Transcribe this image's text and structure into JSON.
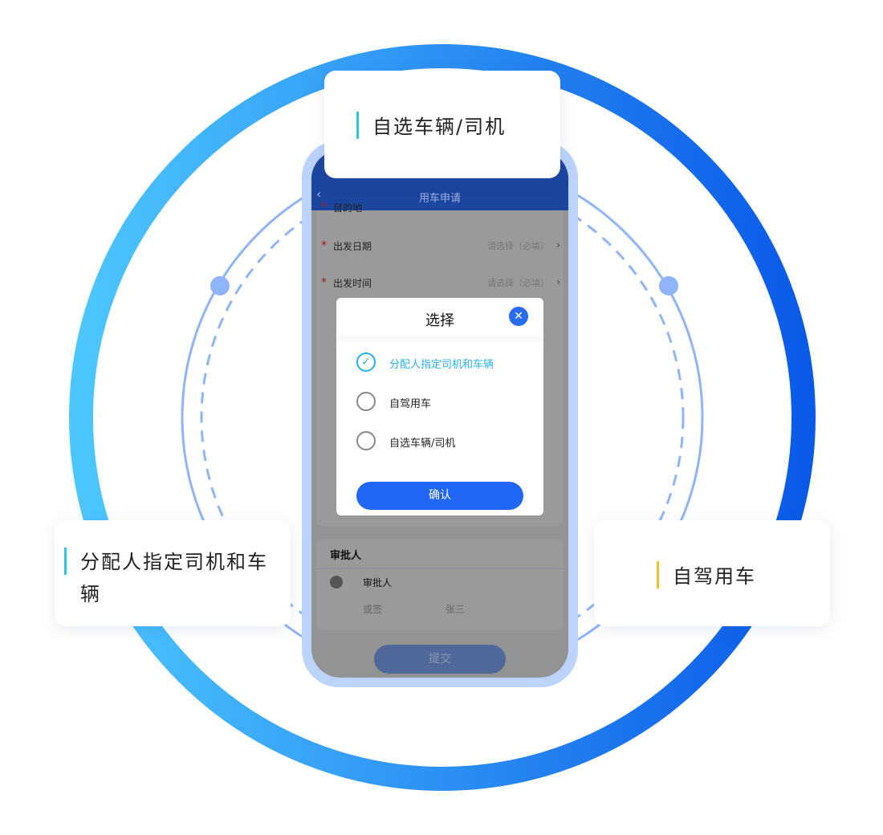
{
  "cards": {
    "top": "自选车辆/司机",
    "left": "分配人指定司机和车辆",
    "right": "自驾用车"
  },
  "colors": {
    "ring_start": "#4dc6ff",
    "ring_end": "#0a5ae8",
    "accent_cyan": "#2cc4e0",
    "accent_yellow": "#f2c12e",
    "primary": "#2266f5"
  },
  "app": {
    "title": "用车申请",
    "fields": [
      {
        "label": "目的地",
        "required": true
      },
      {
        "label": "出发日期",
        "required": true,
        "placeholder": "请选择（必填）"
      },
      {
        "label": "出发时间",
        "required": true,
        "placeholder": "请选择（必填）"
      }
    ],
    "approver_section": {
      "title": "审批人",
      "role": "审批人",
      "mode": "或签",
      "name": "张三"
    },
    "submit": "提交"
  },
  "modal": {
    "title": "选择",
    "options": [
      {
        "label": "分配人指定司机和车辆",
        "selected": true
      },
      {
        "label": "自驾用车",
        "selected": false
      },
      {
        "label": "自选车辆/司机",
        "selected": false
      }
    ],
    "confirm": "确认"
  }
}
